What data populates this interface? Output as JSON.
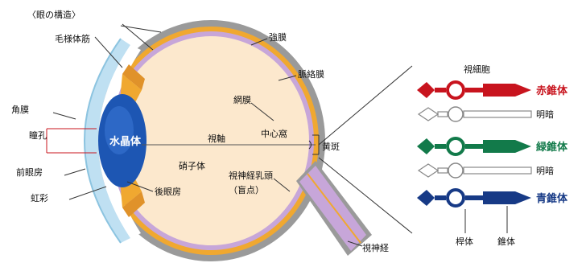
{
  "title": "〈眼の構造〉",
  "labels": {
    "ciliary_muscle": "毛様体筋",
    "sclera": "強膜",
    "choroid": "脈絡膜",
    "retina": "網膜",
    "cornea": "角膜",
    "pupil": "瞳孔",
    "lens": "水晶体",
    "visual_axis": "視軸",
    "fovea": "中心窩",
    "macula": "黄斑",
    "vitreous": "硝子体",
    "optic_disc": "視神経乳頭",
    "blind_spot": "（盲点）",
    "anterior_chamber": "前眼房",
    "iris": "虹彩",
    "posterior_chamber": "後眼房",
    "optic_nerve": "視神経"
  },
  "cells": {
    "heading": "視細胞",
    "red_cone": "赤錐体",
    "rod_1": "明暗",
    "green_cone": "緑錐体",
    "rod_2": "明暗",
    "blue_cone": "青錐体",
    "rod_label": "桿体",
    "cone_label": "錐体"
  },
  "colors": {
    "red": "#c8141e",
    "green": "#127a4a",
    "blue": "#173a86",
    "sclera": "#9a9a9a",
    "choroid": "#f0a830",
    "retina": "#c7a6d9",
    "lens": "#1d56b3",
    "cornea": "#bfe0f2",
    "vitreous": "#fce8cd"
  }
}
